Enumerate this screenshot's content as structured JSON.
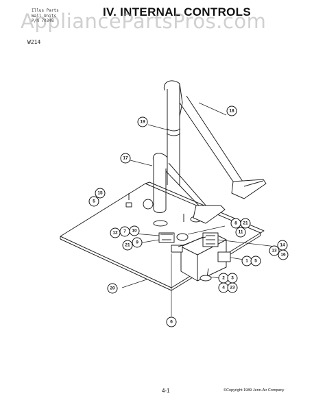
{
  "header": {
    "lines": [
      "Illus Parts",
      "Wall Units",
      "P/N 70348"
    ],
    "title": "IV. INTERNAL CONTROLS",
    "watermark": "AppliancePartsPros.com",
    "model": "W214"
  },
  "callouts": {
    "c18": "18",
    "c19": "19",
    "c17": "17",
    "c15": "15",
    "c5a": "5",
    "c12": "12",
    "c7": "7",
    "c10": "10",
    "c8": "8",
    "c21a": "21",
    "c11": "11",
    "c21b": "21",
    "c9": "9",
    "c13": "13",
    "c14": "14",
    "c16": "16",
    "c1": "1",
    "c5b": "5",
    "c2": "2",
    "c3": "3",
    "c4": "4",
    "c23": "23",
    "c20": "20",
    "c6": "6"
  },
  "footer": {
    "page_number": "4-1",
    "copyright": "©Copyright 1989 Jenn-Air Company"
  }
}
